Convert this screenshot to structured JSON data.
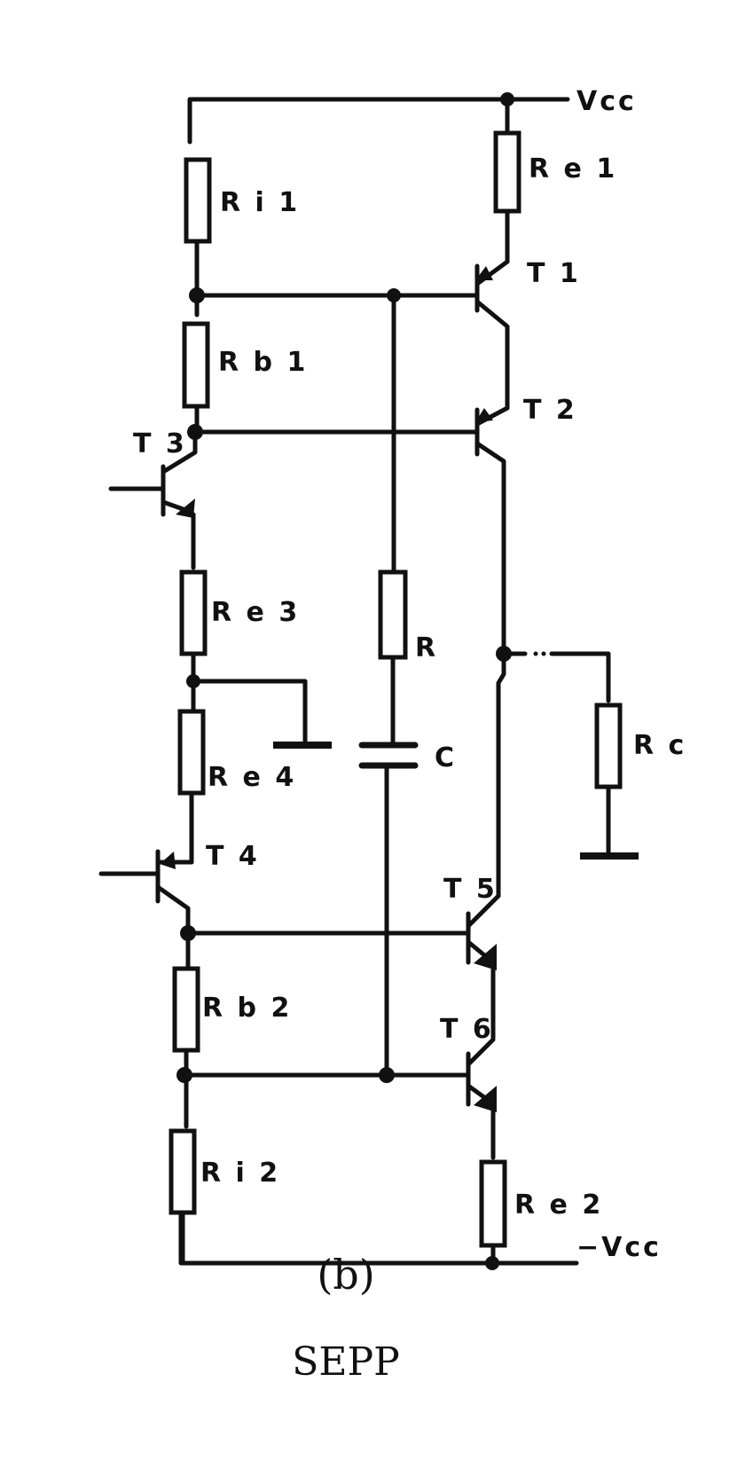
{
  "labels": {
    "vcc": "Vcc",
    "neg_vcc": "−Vcc",
    "ri1": "R i 1",
    "re1": "R e 1",
    "t1": "T 1",
    "rb1": "R b 1",
    "t2": "T 2",
    "t3": "T 3",
    "re3": "R e 3",
    "r": "R",
    "c": "C",
    "rc": "R c",
    "re4": "R e 4",
    "t4": "T 4",
    "t5": "T 5",
    "rb2": "R b 2",
    "t6": "T 6",
    "ri2": "R i 2",
    "re2": "R e 2"
  },
  "caption": {
    "figure_label": "(b)",
    "title": "SEPP"
  }
}
